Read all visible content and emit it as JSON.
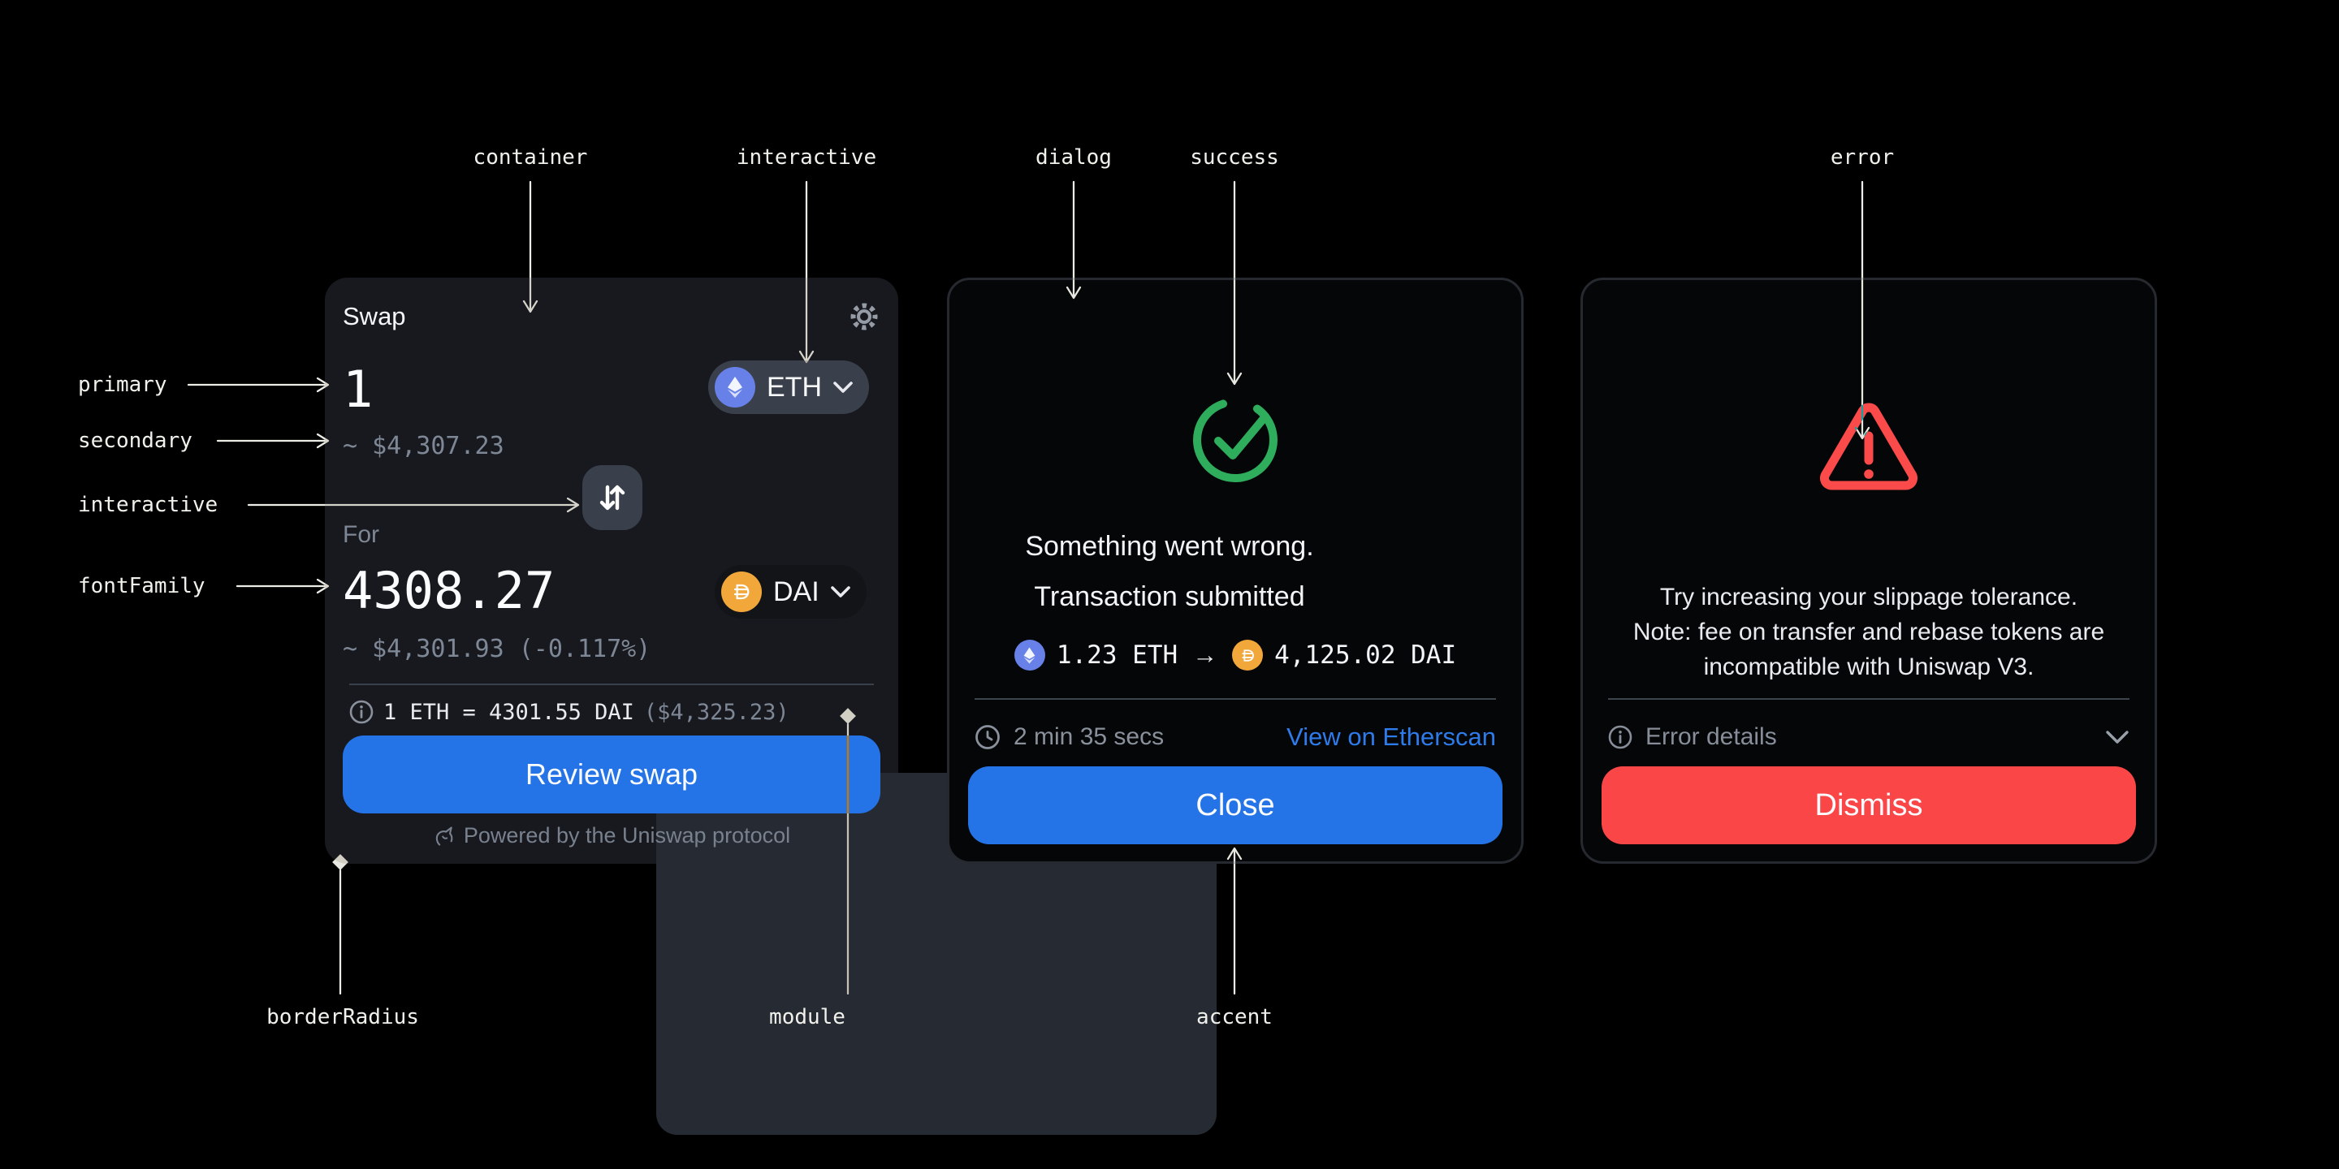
{
  "colors": {
    "background": "#000000",
    "container": "#17191E",
    "module": "#262B33",
    "interactive": "#3A404B",
    "dialog": "#050608",
    "accent": "#2574E7",
    "success": "#2EAD5C",
    "error": "#FB4A4A",
    "error_button": "#FA4646",
    "primary_text": "#F4F6FA",
    "secondary_text": "#7E8795",
    "link": "#2E7BEA",
    "eth_token": "#6881E9",
    "dai_token": "#F2A73B"
  },
  "annotations": {
    "container": "container",
    "interactive_top": "interactive",
    "dialog": "dialog",
    "success": "success",
    "error": "error",
    "primary": "primary",
    "secondary": "secondary",
    "interactive_left": "interactive",
    "fontFamily": "fontFamily",
    "borderRadius": "borderRadius",
    "module": "module",
    "accent": "accent"
  },
  "swap_card": {
    "title": "Swap",
    "input": {
      "value": "1",
      "fiat": "~ $4,307.23",
      "token": "ETH"
    },
    "output": {
      "label": "For",
      "value": "4308.27",
      "fiat": "~ $4,301.93 (-0.117%)",
      "token": "DAI"
    },
    "rate": {
      "text": "1 ETH = 4301.55 DAI",
      "fiat": "($4,325.23)"
    },
    "review_button": "Review swap",
    "footer": "Powered by the Uniswap protocol"
  },
  "success_dialog": {
    "title": "Transaction submitted",
    "from_amount": "1.23 ETH",
    "separator": "→",
    "to_amount": "4,125.02 DAI",
    "duration": "2 min 35 secs",
    "link": "View on Etherscan",
    "button": "Close"
  },
  "error_dialog": {
    "title": "Something went wrong.",
    "body_line1": "Try increasing your slippage tolerance.",
    "body_line2": "Note: fee on transfer and rebase tokens are",
    "body_line3": "incompatible with Uniswap V3.",
    "details": "Error details",
    "button": "Dismiss"
  }
}
